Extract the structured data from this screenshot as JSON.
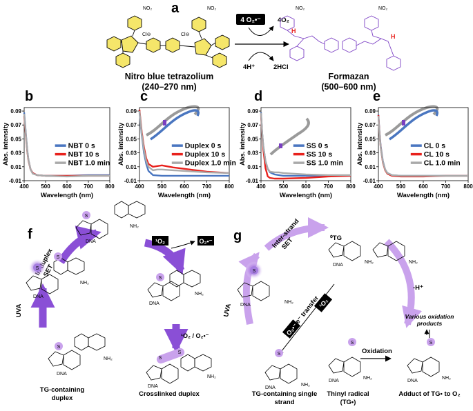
{
  "panel_labels": {
    "a": "a",
    "b": "b",
    "c": "c",
    "d": "d",
    "e": "e",
    "f": "f",
    "g": "g"
  },
  "scheme_a": {
    "reactant": "Nitro blue tetrazolium",
    "reactant_range": "(240–270 nm)",
    "product": "Formazan",
    "product_range": "(500–600 nm)",
    "reagent_top": "4 O₂•⁻",
    "product_top": "4O₂",
    "reagent_bottom": "4H⁺",
    "product_bottom": "2HCl",
    "counterion": "Cl⊖",
    "no2": "NO₂"
  },
  "colors": {
    "blue": "#4a76c0",
    "red": "#e8211c",
    "gray": "#aaaaaa",
    "purple": "#9a6ad2",
    "yellow": "#f5e66a"
  },
  "chart_data": [
    {
      "panel": "b",
      "type": "line",
      "xlabel": "Wavelength (nm)",
      "ylabel": "Abs. intensity",
      "xlim": [
        400,
        800
      ],
      "ylim": [
        -0.01,
        0.095
      ],
      "xticks": [
        "400",
        "500",
        "600",
        "700",
        "800"
      ],
      "yticks": [
        "-0.01",
        "0.01",
        "0.03",
        "0.05",
        "0.07",
        "0.09"
      ],
      "legend": "center-right",
      "illustration": "none",
      "series": [
        {
          "name": "NBT 0 s",
          "color": "#4a76c0",
          "x": [
            400,
            405,
            410,
            415,
            420,
            430,
            440,
            460,
            500,
            600,
            700,
            800
          ],
          "y": [
            0.088,
            0.07,
            0.05,
            0.033,
            0.02,
            0.006,
            0.001,
            -0.002,
            -0.003,
            -0.003,
            -0.002,
            -0.002
          ]
        },
        {
          "name": "NBT 10 s",
          "color": "#e8211c",
          "x": [
            400,
            405,
            410,
            415,
            420,
            430,
            440,
            460,
            500,
            600,
            700,
            800
          ],
          "y": [
            0.083,
            0.066,
            0.047,
            0.031,
            0.019,
            0.006,
            0.001,
            -0.002,
            -0.003,
            -0.003,
            -0.003,
            -0.003
          ]
        },
        {
          "name": "NBT 1.0 min",
          "color": "#aaaaaa",
          "x": [
            400,
            405,
            410,
            415,
            420,
            430,
            440,
            460,
            500,
            600,
            700,
            800
          ],
          "y": [
            0.086,
            0.068,
            0.049,
            0.032,
            0.02,
            0.006,
            0.0,
            -0.002,
            -0.003,
            -0.004,
            -0.003,
            -0.003
          ]
        }
      ]
    },
    {
      "panel": "c",
      "type": "line",
      "xlabel": "Wavelength (nm)",
      "ylabel": "Abs. intensity",
      "xlim": [
        400,
        800
      ],
      "ylim": [
        -0.01,
        0.095
      ],
      "xticks": [
        "400",
        "500",
        "600",
        "700",
        "800"
      ],
      "yticks": [
        "-0.01",
        "0.01",
        "0.03",
        "0.05",
        "0.07",
        "0.09"
      ],
      "legend": "center-right",
      "illustration": "duplex",
      "series": [
        {
          "name": "Duplex 0 s",
          "color": "#4a76c0",
          "x": [
            400,
            410,
            420,
            430,
            440,
            460,
            500,
            600,
            700,
            800
          ],
          "y": [
            0.088,
            0.055,
            0.03,
            0.014,
            0.004,
            -0.002,
            -0.003,
            -0.003,
            -0.003,
            -0.003
          ]
        },
        {
          "name": "Duplex 10 s",
          "color": "#e8211c",
          "x": [
            400,
            410,
            420,
            430,
            440,
            460,
            480,
            500,
            550,
            600,
            700,
            800
          ],
          "y": [
            0.092,
            0.06,
            0.038,
            0.022,
            0.014,
            0.01,
            0.011,
            0.012,
            0.009,
            0.007,
            0.003,
            0.001
          ]
        },
        {
          "name": "Duplex 1.0 min",
          "color": "#aaaaaa",
          "x": [
            400,
            410,
            420,
            430,
            440,
            460,
            480,
            500,
            550,
            600,
            700,
            800
          ],
          "y": [
            0.09,
            0.057,
            0.034,
            0.018,
            0.01,
            0.005,
            0.006,
            0.006,
            0.005,
            0.004,
            0.002,
            0.001
          ]
        }
      ]
    },
    {
      "panel": "d",
      "type": "line",
      "xlabel": "Wavelength (nm)",
      "ylabel": "Abs. intensity",
      "xlim": [
        400,
        800
      ],
      "ylim": [
        -0.01,
        0.095
      ],
      "xticks": [
        "400",
        "500",
        "600",
        "700",
        "800"
      ],
      "yticks": [
        "-0.01",
        "0.01",
        "0.03",
        "0.05",
        "0.07",
        "0.09"
      ],
      "legend": "center-right",
      "illustration": "single-strand",
      "series": [
        {
          "name": "SS 0 s",
          "color": "#4a76c0",
          "x": [
            400,
            405,
            410,
            420,
            430,
            440,
            460,
            500,
            600,
            700,
            800
          ],
          "y": [
            0.088,
            0.06,
            0.04,
            0.018,
            0.007,
            0.002,
            -0.001,
            -0.003,
            -0.003,
            -0.003,
            -0.003
          ]
        },
        {
          "name": "SS 10 s",
          "color": "#e8211c",
          "x": [
            400,
            405,
            410,
            420,
            430,
            440,
            460,
            500,
            600,
            700,
            800
          ],
          "y": [
            0.085,
            0.058,
            0.035,
            0.008,
            -0.004,
            -0.006,
            -0.007,
            -0.007,
            -0.006,
            -0.004,
            -0.003
          ]
        },
        {
          "name": "SS 1.0 min",
          "color": "#aaaaaa",
          "x": [
            400,
            405,
            410,
            420,
            430,
            440,
            460,
            480,
            500,
            600,
            700,
            800
          ],
          "y": [
            0.087,
            0.06,
            0.04,
            0.018,
            0.007,
            0.003,
            0.002,
            0.002,
            0.001,
            -0.001,
            -0.002,
            -0.002
          ]
        }
      ]
    },
    {
      "panel": "e",
      "type": "line",
      "xlabel": "Wavelength (nm)",
      "ylabel": "Abs. intensity",
      "xlim": [
        400,
        800
      ],
      "ylim": [
        -0.01,
        0.095
      ],
      "xticks": [
        "400",
        "500",
        "600",
        "700",
        "800"
      ],
      "yticks": [
        "-0.01",
        "0.01",
        "0.03",
        "0.05",
        "0.07",
        "0.09"
      ],
      "legend": "center-right",
      "illustration": "duplex",
      "series": [
        {
          "name": "CL 0 s",
          "color": "#4a76c0",
          "x": [
            400,
            405,
            410,
            420,
            430,
            440,
            460,
            500,
            600,
            700,
            800
          ],
          "y": [
            0.085,
            0.06,
            0.04,
            0.018,
            0.006,
            0.001,
            -0.002,
            -0.003,
            -0.003,
            -0.003,
            -0.003
          ]
        },
        {
          "name": "CL 10 s",
          "color": "#e8211c",
          "x": [
            400,
            405,
            410,
            420,
            430,
            440,
            460,
            500,
            600,
            700,
            800
          ],
          "y": [
            0.084,
            0.058,
            0.038,
            0.016,
            0.005,
            0.0,
            -0.003,
            -0.004,
            -0.004,
            -0.003,
            -0.003
          ]
        },
        {
          "name": "CL 1.0 min",
          "color": "#aaaaaa",
          "x": [
            400,
            405,
            410,
            420,
            430,
            440,
            460,
            500,
            600,
            700,
            800
          ],
          "y": [
            0.083,
            0.058,
            0.038,
            0.017,
            0.006,
            0.001,
            -0.002,
            -0.003,
            -0.003,
            -0.003,
            -0.003
          ]
        }
      ]
    }
  ],
  "scheme_f": {
    "label_start": "TG-containing\nduplex",
    "label_end": "Crosslinked duplex",
    "uva": "UVA",
    "set": "In-duplex\nSET",
    "singlet_o2": "¹O₂",
    "superoxide": "O₂•⁻",
    "o2_step": "¹O₂ / O₂•⁻",
    "dna": "DNA",
    "nh2": "NH₂",
    "s": "S"
  },
  "scheme_g": {
    "inter_strand": "Inter-strand\nSET",
    "otg": "⁰TG",
    "uva": "UVA",
    "e_transfer": "e⁻ transfer",
    "singlet_o2": "¹O₂",
    "superoxide": "O₂•⁻",
    "minus_h": "-H⁺",
    "oxidation": "Oxidation",
    "label_start": "TG-containing single\nstrand",
    "label_radical": "Thinyl radical\n(TG•)",
    "label_adduct": "Adduct of TG• to O₂",
    "various": "Various oxidation\nproducts",
    "dna": "DNA",
    "nh2": "NH₂",
    "s": "S"
  }
}
